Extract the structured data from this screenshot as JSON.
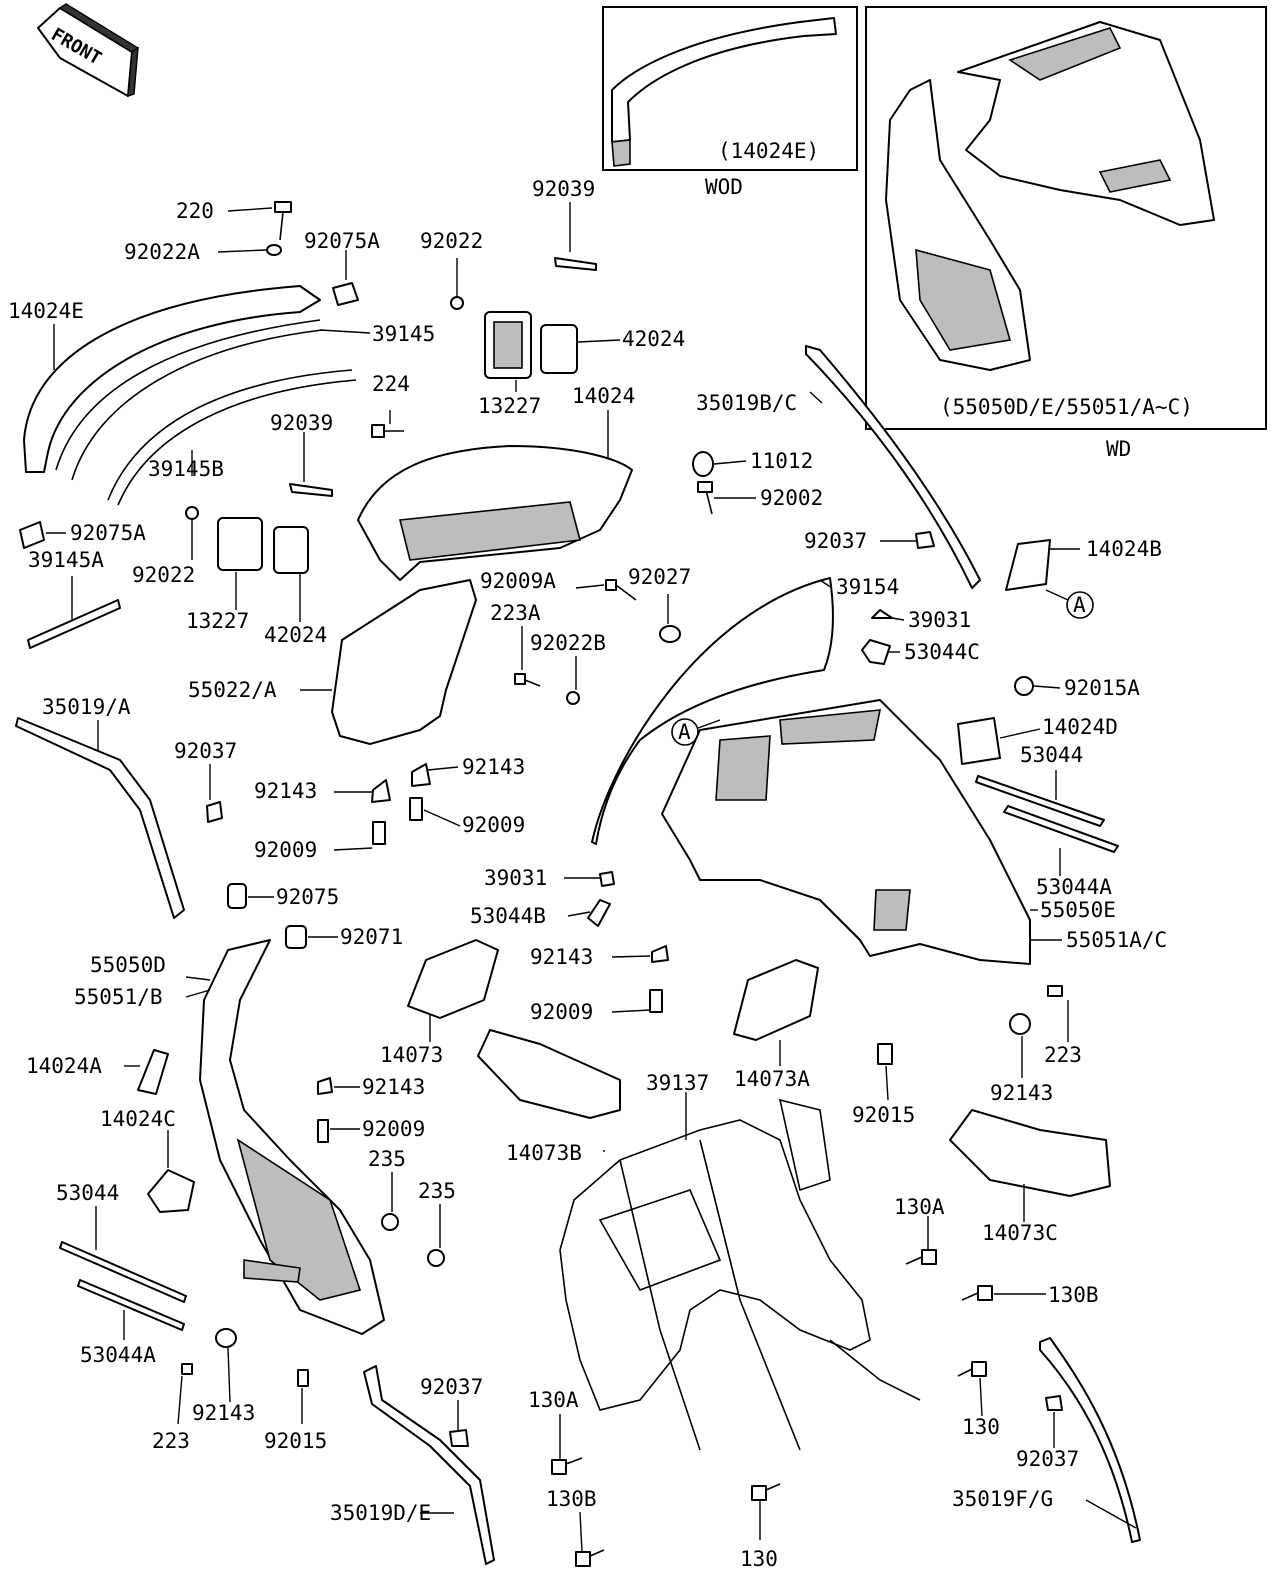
{
  "front_label": "FRONT",
  "boxes": {
    "wod": {
      "part": "(14024E)",
      "caption": "WOD"
    },
    "wd": {
      "part": "(55050D/E/55051/A~C)",
      "caption": "WD"
    }
  },
  "callouts": [
    "220",
    "92022A",
    "92075A",
    "92022",
    "92039",
    "14024E",
    "39145",
    "42024",
    "13227",
    "14024",
    "224",
    "92039",
    "39145B",
    "35019B/C",
    "11012",
    "92002",
    "92075A",
    "39145A",
    "92022",
    "13227",
    "42024",
    "92037",
    "14024B",
    "92009A",
    "92027",
    "39154",
    "223A",
    "39031",
    "92022B",
    "53044C",
    "55022/A",
    "92015A",
    "14024D",
    "35019/A",
    "92037",
    "92143",
    "53044",
    "92143",
    "92009",
    "92009",
    "53044A",
    "39031",
    "92075",
    "55050E",
    "53044B",
    "92071",
    "55051A/C",
    "55050D",
    "92143",
    "55051/B",
    "92009",
    "14073",
    "14073A",
    "223",
    "14024A",
    "92143",
    "92143",
    "39137",
    "14024C",
    "92009",
    "92015",
    "14073B",
    "235",
    "235",
    "14073C",
    "53044",
    "130A",
    "130B",
    "53044A",
    "223",
    "92143",
    "92015",
    "130",
    "92037",
    "130A",
    "92037",
    "35019D/E",
    "35019F/G",
    "130B",
    "130"
  ],
  "markers": [
    "A",
    "A"
  ],
  "colors": {
    "ink": "#000000",
    "paper": "#ffffff",
    "fill": "#bdbdbd"
  }
}
